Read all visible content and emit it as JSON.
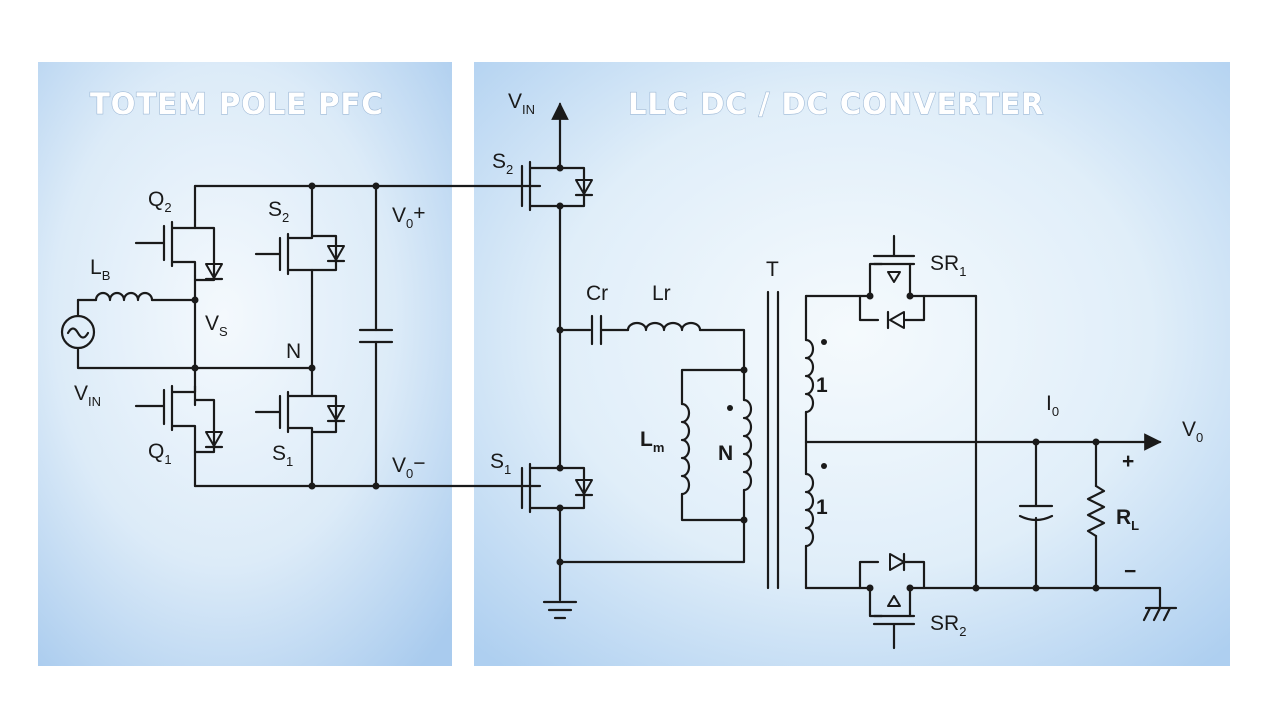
{
  "panels": {
    "pfc_title": "TOTEM POLE PFC",
    "llc_title": "LLC DC / DC CONVERTER"
  },
  "labels": {
    "q2": "Q",
    "q2_sub": "2",
    "q1": "Q",
    "q1_sub": "1",
    "lb": "L",
    "lb_sub": "B",
    "vs": "V",
    "vs_sub": "S",
    "vin_pfc": "V",
    "vin_pfc_sub": "IN",
    "s2_pfc": "S",
    "s2_pfc_sub": "2",
    "s1_pfc": "S",
    "s1_pfc_sub": "1",
    "n_node": "N",
    "vo_plus": "V",
    "vo_plus_sub": "0",
    "vo_plus_sign": "+",
    "vo_minus": "V",
    "vo_minus_sub": "0",
    "vo_minus_sign": "−",
    "vin_llc": "V",
    "vin_llc_sub": "IN",
    "s2_llc": "S",
    "s2_llc_sub": "2",
    "s1_llc": "S",
    "s1_llc_sub": "1",
    "cr": "Cr",
    "lr": "Lr",
    "lm": "L",
    "lm_sub": "m",
    "n_turns": "N",
    "t": "T",
    "turns_top": "1",
    "turns_bottom": "1",
    "sr1": "SR",
    "sr1_sub": "1",
    "sr2": "SR",
    "sr2_sub": "2",
    "io": "I",
    "io_sub": "0",
    "vo_out": "V",
    "vo_out_sub": "0",
    "plus": "+",
    "minus": "−",
    "rl": "R",
    "rl_sub": "L"
  },
  "colors": {
    "panel_edge": "#b8d3ee",
    "panel_center": "#f2f8fd",
    "title_glow": "#9fb9d6",
    "wire": "#1a1a1a"
  }
}
